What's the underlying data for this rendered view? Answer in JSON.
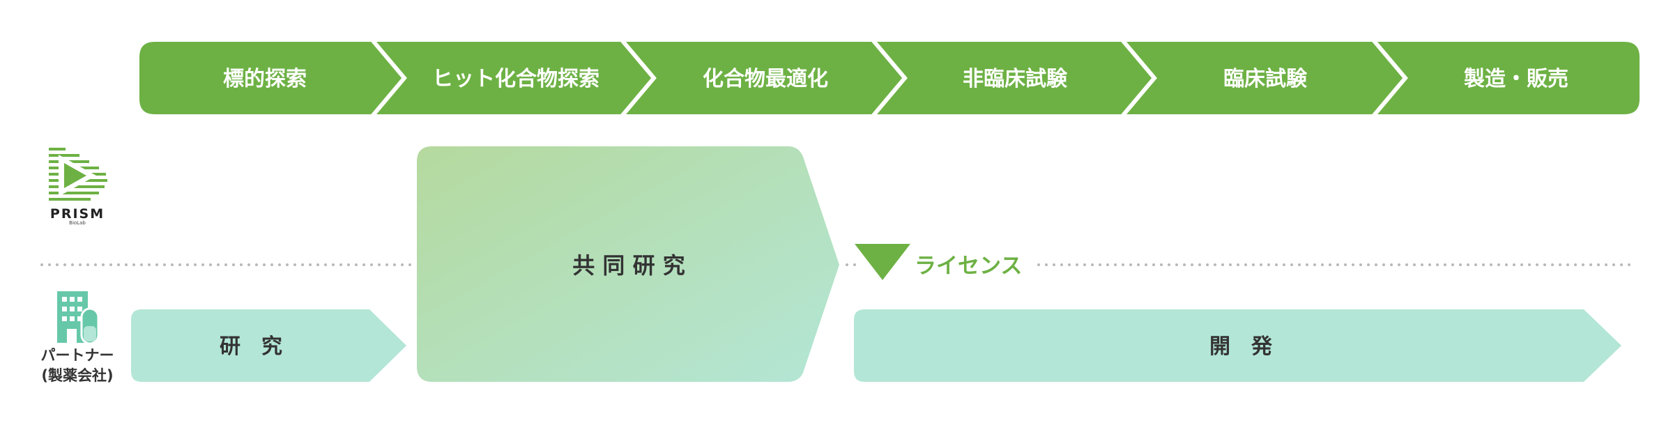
{
  "stages": [
    {
      "label": "標的探索"
    },
    {
      "label": "ヒット化合物探索"
    },
    {
      "label": "化合物最適化"
    },
    {
      "label": "非臨床試験"
    },
    {
      "label": "臨床試験"
    },
    {
      "label": "製造・販売"
    }
  ],
  "prism_logo": {
    "name": "PRISM",
    "sub": "BioLab"
  },
  "partner_label": {
    "line1": "パートナー",
    "line2": "(製薬会社)"
  },
  "flows": {
    "research": "研　究",
    "joint_research": "共 同 研 究",
    "development": "開　発"
  },
  "license_label": "ライセンス",
  "colors": {
    "stage_green": "#6db144",
    "license_green": "#6db144",
    "mint": "#b3e6d6",
    "joint_start": "#b5d99e",
    "joint_end": "#b3e6d6",
    "dotted": "#b8b8b8",
    "text_dark": "#333333"
  }
}
